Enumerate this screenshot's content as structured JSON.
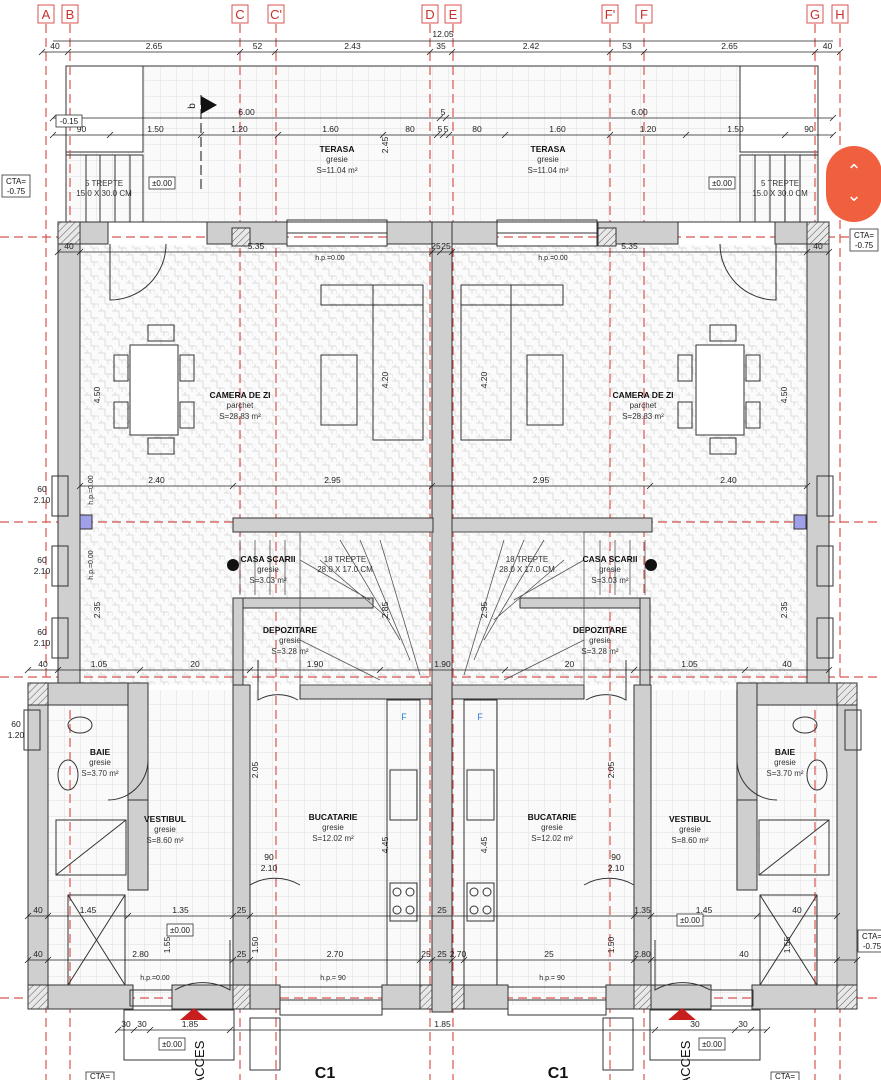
{
  "grid_axes": [
    "A",
    "B",
    "C",
    "C'",
    "D",
    "E",
    "F'",
    "F",
    "G",
    "H"
  ],
  "dimensions": {
    "overall": "12.05",
    "top": [
      "40",
      "2.65",
      "52",
      "2.43",
      "35",
      "2.42",
      "53",
      "2.65",
      "40"
    ],
    "terrace_total": [
      "6.00",
      "5",
      "6.00"
    ],
    "terrace": [
      "90",
      "1.50",
      "1.20",
      "1.60",
      "80",
      "5",
      "5",
      "80",
      "1.60",
      "1.20",
      "1.50",
      "90"
    ],
    "living": [
      "40",
      "5.35",
      "25",
      "25",
      "5.35",
      "40"
    ],
    "mid": [
      "2.40",
      "2.95",
      "2.95",
      "2.40"
    ],
    "lower": [
      "40",
      "1.05",
      "20",
      "1.90",
      "1.90",
      "20",
      "1.05",
      "40"
    ],
    "bottom1": [
      "40",
      "1.45",
      "1.35",
      "25",
      "25",
      "1.35",
      "1.45",
      "40"
    ],
    "bottom2": [
      "40",
      "2.80",
      "25",
      "2.70",
      "25",
      "25",
      "2.70",
      "25",
      "2.80",
      "40"
    ],
    "entry": [
      "30",
      "30",
      "1.85",
      "1.85",
      "30",
      "30"
    ],
    "vertical": [
      "4.50",
      "2.35",
      "2.45",
      "4.20",
      "4.20",
      "4.50",
      "2.35",
      "2.05",
      "4.45",
      "4.45",
      "2.05",
      "1.55",
      "1.50",
      "1.50",
      "1.55",
      "2.85",
      "2.35"
    ],
    "windows": [
      "60",
      "2.10",
      "60",
      "2.10",
      "60",
      "2.10",
      "60",
      "1.20",
      "90",
      "2.10",
      "90",
      "2.10"
    ]
  },
  "window_sill_labels": [
    "h.p.=0.00",
    "h.p.=0.00",
    "h.p.=0.00",
    "h.p.=0.00",
    "h.p.= 90",
    "h.p.= 90",
    "h.p.=0.00"
  ],
  "levels": {
    "terrace": "-0.15",
    "zero": "±0.00",
    "cta_label": "CTA=",
    "cta_value": "-0.75"
  },
  "exterior_steps": {
    "count": "5 TREPTE",
    "size": "15.0 X 30.0 CM"
  },
  "stairs": {
    "count": "18 TREPTE",
    "size": "28.0 X 17.0 CM"
  },
  "rooms": [
    {
      "name": "TERASA",
      "finish": "gresie",
      "area": "S=11.04 m²"
    },
    {
      "name": "TERASA",
      "finish": "gresie",
      "area": "S=11.04 m²"
    },
    {
      "name": "CAMERA DE ZI",
      "finish": "parchet",
      "area": "S=28.83 m²"
    },
    {
      "name": "CAMERA DE ZI",
      "finish": "parchet",
      "area": "S=28.83 m²"
    },
    {
      "name": "CASA SCARII",
      "finish": "gresie",
      "area": "S=3.03 m²"
    },
    {
      "name": "CASA SCARII",
      "finish": "gresie",
      "area": "S=3.03 m²"
    },
    {
      "name": "DEPOZITARE",
      "finish": "gresie",
      "area": "S=3.28 m²"
    },
    {
      "name": "DEPOZITARE",
      "finish": "gresie",
      "area": "S=3.28 m²"
    },
    {
      "name": "BAIE",
      "finish": "gresie",
      "area": "S=3.70 m²"
    },
    {
      "name": "BAIE",
      "finish": "gresie",
      "area": "S=3.70 m²"
    },
    {
      "name": "VESTIBUL",
      "finish": "gresie",
      "area": "S=8.60 m²"
    },
    {
      "name": "VESTIBUL",
      "finish": "gresie",
      "area": "S=8.60 m²"
    },
    {
      "name": "BUCATARIE",
      "finish": "gresie",
      "area": "S=12.02 m²"
    },
    {
      "name": "BUCATARIE",
      "finish": "gresie",
      "area": "S=12.02 m²"
    }
  ],
  "section_marker": "b",
  "entrance_label": "ACCES",
  "section_labels": [
    "C1",
    "C1"
  ],
  "fridge_label": "F",
  "colors": {
    "axis": "#d9534f",
    "wall": "#cfcfcf",
    "scroll_button": "#f0603f",
    "entrance_marker": "#c81e1e"
  },
  "scroll": {
    "up_icon": "chevron-up-icon",
    "down_icon": "chevron-down-icon"
  }
}
